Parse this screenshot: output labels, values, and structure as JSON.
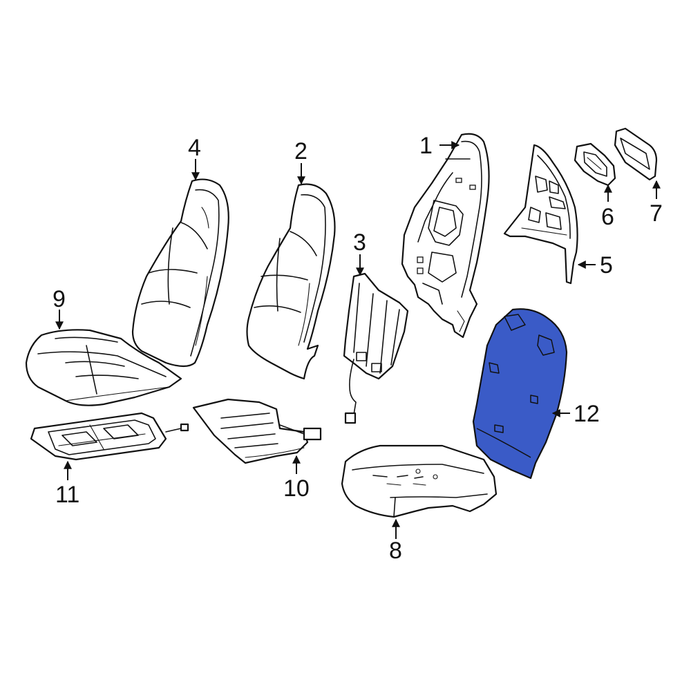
{
  "diagram": {
    "highlight_color": "#3a5bc7",
    "line_color": "#111111",
    "background": "#ffffff",
    "highlighted_part": "12",
    "callouts": [
      {
        "id": "c1",
        "label": "1"
      },
      {
        "id": "c2",
        "label": "2"
      },
      {
        "id": "c3",
        "label": "3"
      },
      {
        "id": "c4",
        "label": "4"
      },
      {
        "id": "c5",
        "label": "5"
      },
      {
        "id": "c6",
        "label": "6"
      },
      {
        "id": "c7",
        "label": "7"
      },
      {
        "id": "c8",
        "label": "8"
      },
      {
        "id": "c9",
        "label": "9"
      },
      {
        "id": "c10",
        "label": "10"
      },
      {
        "id": "c11",
        "label": "11"
      },
      {
        "id": "c12",
        "label": "12"
      }
    ]
  }
}
